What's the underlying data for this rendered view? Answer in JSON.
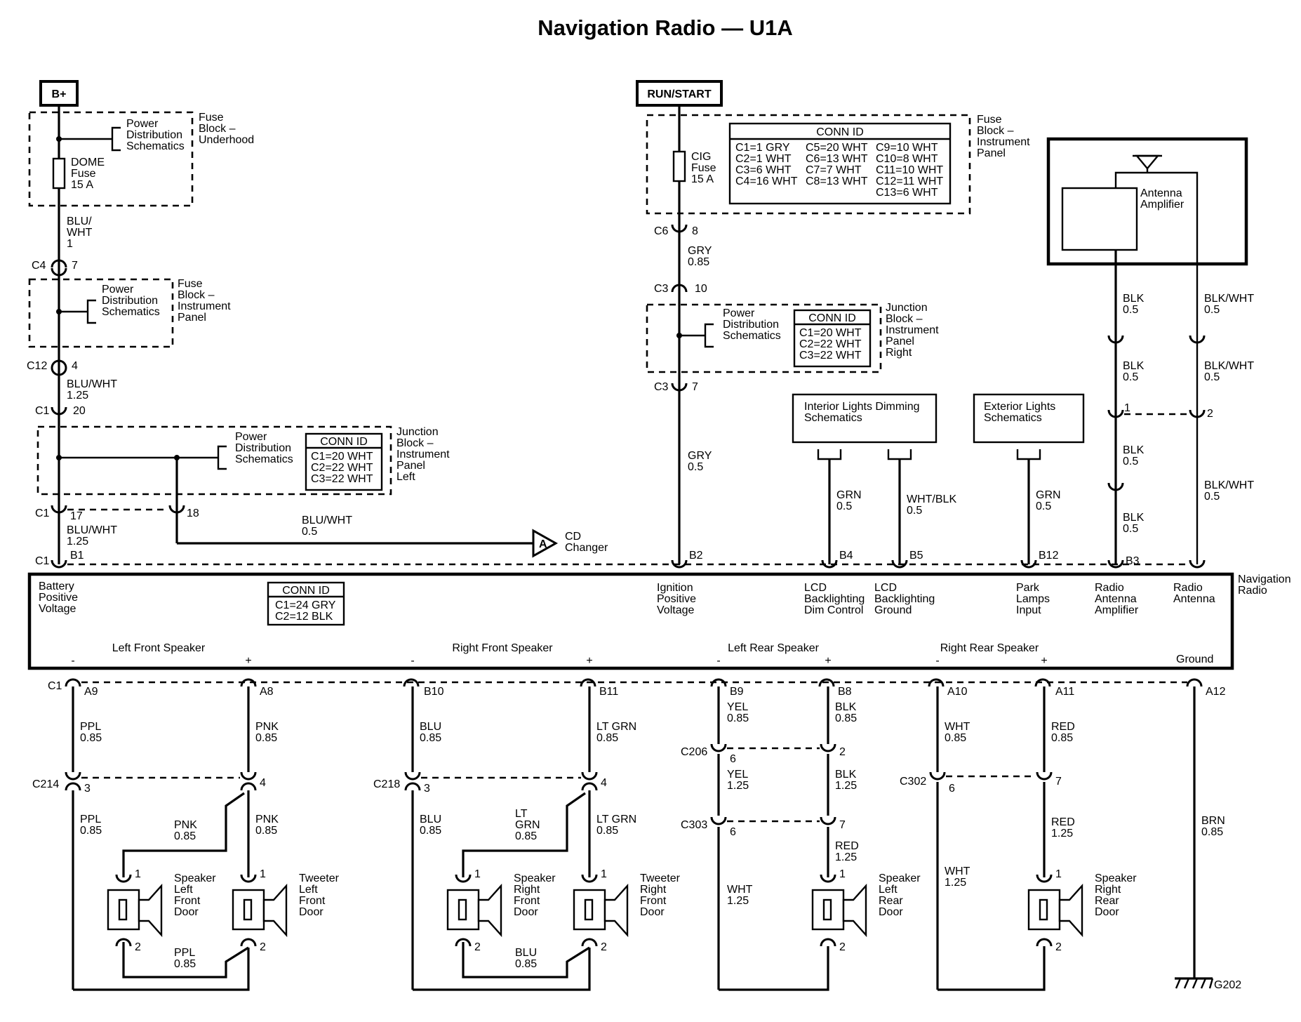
{
  "title": "Navigation Radio — U1A",
  "power": {
    "bplus": "B+",
    "runstart": "RUN/START"
  },
  "fuse_dome": {
    "l1": "DOME",
    "l2": "Fuse",
    "l3": "15 A"
  },
  "fuse_cig": {
    "l1": "CIG",
    "l2": "Fuse",
    "l3": "15 A"
  },
  "pds": {
    "l1": "Power",
    "l2": "Distribution",
    "l3": "Schematics"
  },
  "block_underhood": {
    "l1": "Fuse",
    "l2": "Block –",
    "l3": "Underhood"
  },
  "block_fuse_ip": {
    "l1": "Fuse",
    "l2": "Block –",
    "l3": "Instrument",
    "l4": "Panel"
  },
  "block_jb_left": {
    "l1": "Junction",
    "l2": "Block –",
    "l3": "Instrument",
    "l4": "Panel",
    "l5": "Left"
  },
  "block_jb_right": {
    "l1": "Junction",
    "l2": "Block –",
    "l3": "Instrument",
    "l4": "Panel",
    "l5": "Right"
  },
  "connid_hdr": "CONN ID",
  "connid_jbl": {
    "c1": "C1=20 WHT",
    "c2": "C2=22 WHT",
    "c3": "C3=22 WHT"
  },
  "connid_jbr": {
    "c1": "C1=20 WHT",
    "c2": "C2=22 WHT",
    "c3": "C3=22 WHT"
  },
  "connid_radio": {
    "c1": "C1=24 GRY",
    "c2": "C2=12 BLK"
  },
  "connid_fuse": {
    "a1": "C1=1 GRY",
    "a2": "C2=1 WHT",
    "a3": "C3=6 WHT",
    "a4": "C4=16 WHT",
    "b1": "C5=20 WHT",
    "b2": "C6=13 WHT",
    "b3": "C7=7 WHT",
    "b4": "C8=13 WHT",
    "c1": "C9=10 WHT",
    "c2": "C10=8 WHT",
    "c3": "C11=10 WHT",
    "c4": "C12=11 WHT",
    "c5": "C13=6 WHT"
  },
  "connectors": {
    "c1": "C1",
    "c3": "C3",
    "c4": "C4",
    "c6": "C6",
    "c12": "C12",
    "c214": "C214",
    "c218": "C218",
    "c206": "C206",
    "c303": "C303",
    "c302": "C302"
  },
  "pins": {
    "p1": "1",
    "p2": "2",
    "p3": "3",
    "p4": "4",
    "p6": "6",
    "p7": "7",
    "p8": "8",
    "p10": "10",
    "p17": "17",
    "p18": "18",
    "p20": "20",
    "b1": "B1",
    "b2": "B2",
    "b3": "B3",
    "b4": "B4",
    "b5": "B5",
    "b8": "B8",
    "b9": "B9",
    "b10": "B10",
    "b11": "B11",
    "b12": "B12",
    "a8": "A8",
    "a9": "A9",
    "a10": "A10",
    "a11": "A11",
    "a12": "A12"
  },
  "wires": {
    "blu_wht": "BLU/WHT",
    "blu_wht_split1": "BLU/",
    "blu_wht_split2": "WHT",
    "gry": "GRY",
    "grn": "GRN",
    "wht_blk": "WHT/BLK",
    "blk": "BLK",
    "blk_wht": "BLK/WHT",
    "ppl": "PPL",
    "pnk": "PNK",
    "blu": "BLU",
    "lt_grn": "LT GRN",
    "lt": "LT",
    "grn_s": "GRN",
    "yel": "YEL",
    "wht": "WHT",
    "red": "RED",
    "brn": "BRN"
  },
  "gauges": {
    "g085": "0.85",
    "g05": "0.5",
    "g125": "1.25",
    "g1": "1"
  },
  "antenna": {
    "l1": "Antenna",
    "l2": "Amplifier"
  },
  "cd": {
    "mark": "A",
    "l1": "CD",
    "l2": "Changer"
  },
  "schem_interior": {
    "l1": "Interior Lights Dimming",
    "l2": "Schematics"
  },
  "schem_exterior": {
    "l1": "Exterior Lights",
    "l2": "Schematics"
  },
  "radio": {
    "name1": "Navigation",
    "name2": "Radio",
    "bat1": "Battery",
    "bat2": "Positive",
    "bat3": "Voltage",
    "ign1": "Ignition",
    "ign2": "Positive",
    "ign3": "Voltage",
    "lcd1": "LCD",
    "lcd2": "Backlighting",
    "lcd3": "Dim Control",
    "lcg1": "LCD",
    "lcg2": "Backlighting",
    "lcg3": "Ground",
    "park1": "Park",
    "park2": "Lamps",
    "park3": "Input",
    "raa1": "Radio",
    "raa2": "Antenna",
    "raa3": "Amplifier",
    "ra1": "Radio",
    "ra2": "Antenna",
    "lf": "Left Front Speaker",
    "rf": "Right Front Speaker",
    "lr": "Left Rear Speaker",
    "rr": "Right Rear Speaker",
    "ground": "Ground",
    "minus": "-",
    "plus": "+"
  },
  "spk_lf": {
    "l1": "Speaker",
    "l2": "Left",
    "l3": "Front",
    "l4": "Door"
  },
  "tw_lf": {
    "l1": "Tweeter",
    "l2": "Left",
    "l3": "Front",
    "l4": "Door"
  },
  "spk_rf": {
    "l1": "Speaker",
    "l2": "Right",
    "l3": "Front",
    "l4": "Door"
  },
  "tw_rf": {
    "l1": "Tweeter",
    "l2": "Right",
    "l3": "Front",
    "l4": "Door"
  },
  "spk_lr": {
    "l1": "Speaker",
    "l2": "Left",
    "l3": "Rear",
    "l4": "Door"
  },
  "spk_rr": {
    "l1": "Speaker",
    "l2": "Right",
    "l3": "Rear",
    "l4": "Door"
  },
  "ground_id": "G202"
}
